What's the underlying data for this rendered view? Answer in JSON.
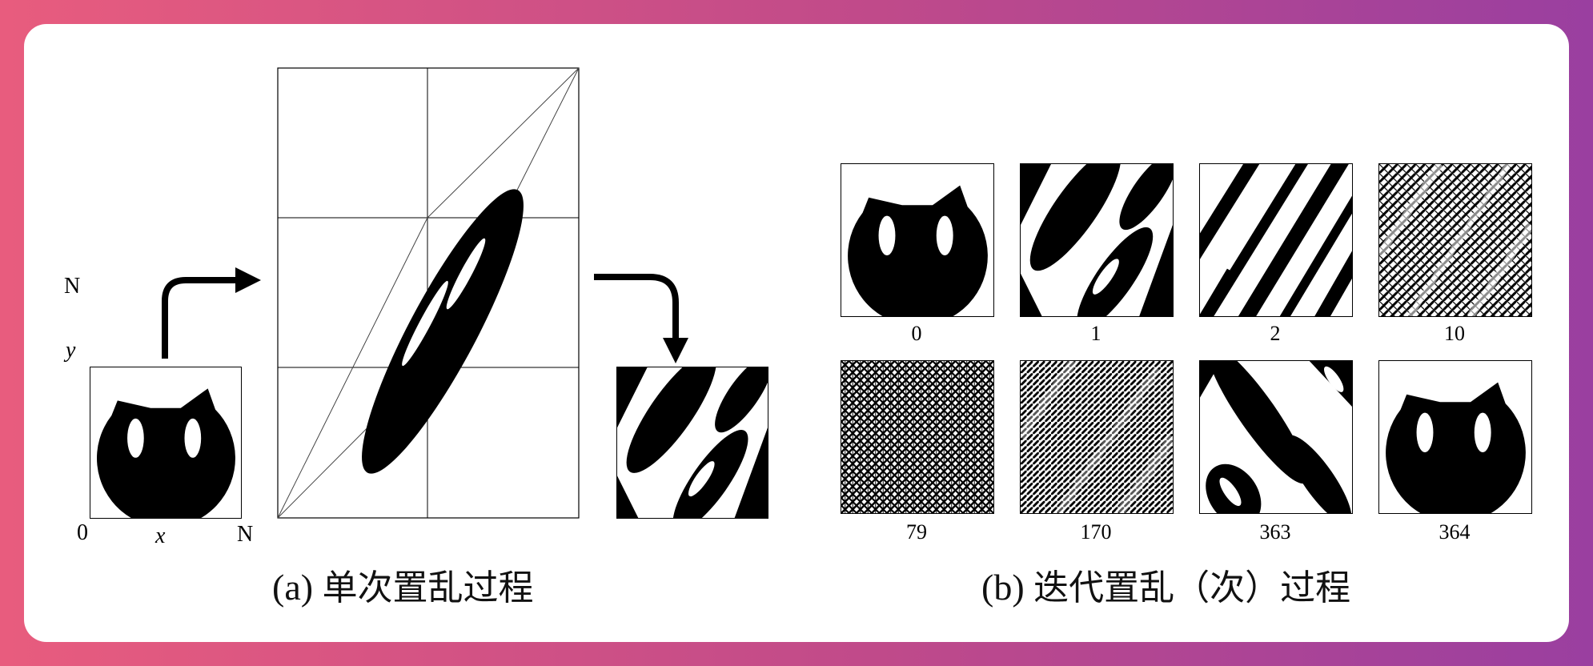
{
  "panel_a": {
    "caption_prefix": "(a)",
    "caption_text": "单次置乱过程",
    "axis": {
      "n_top": "N",
      "n_right": "N",
      "origin": "0",
      "x": "x",
      "y": "y"
    }
  },
  "panel_b": {
    "caption_prefix": "(b)",
    "caption_text": "迭代置乱（次）过程",
    "iterations": [
      "0",
      "1",
      "2",
      "10",
      "79",
      "170",
      "363",
      "364"
    ]
  }
}
